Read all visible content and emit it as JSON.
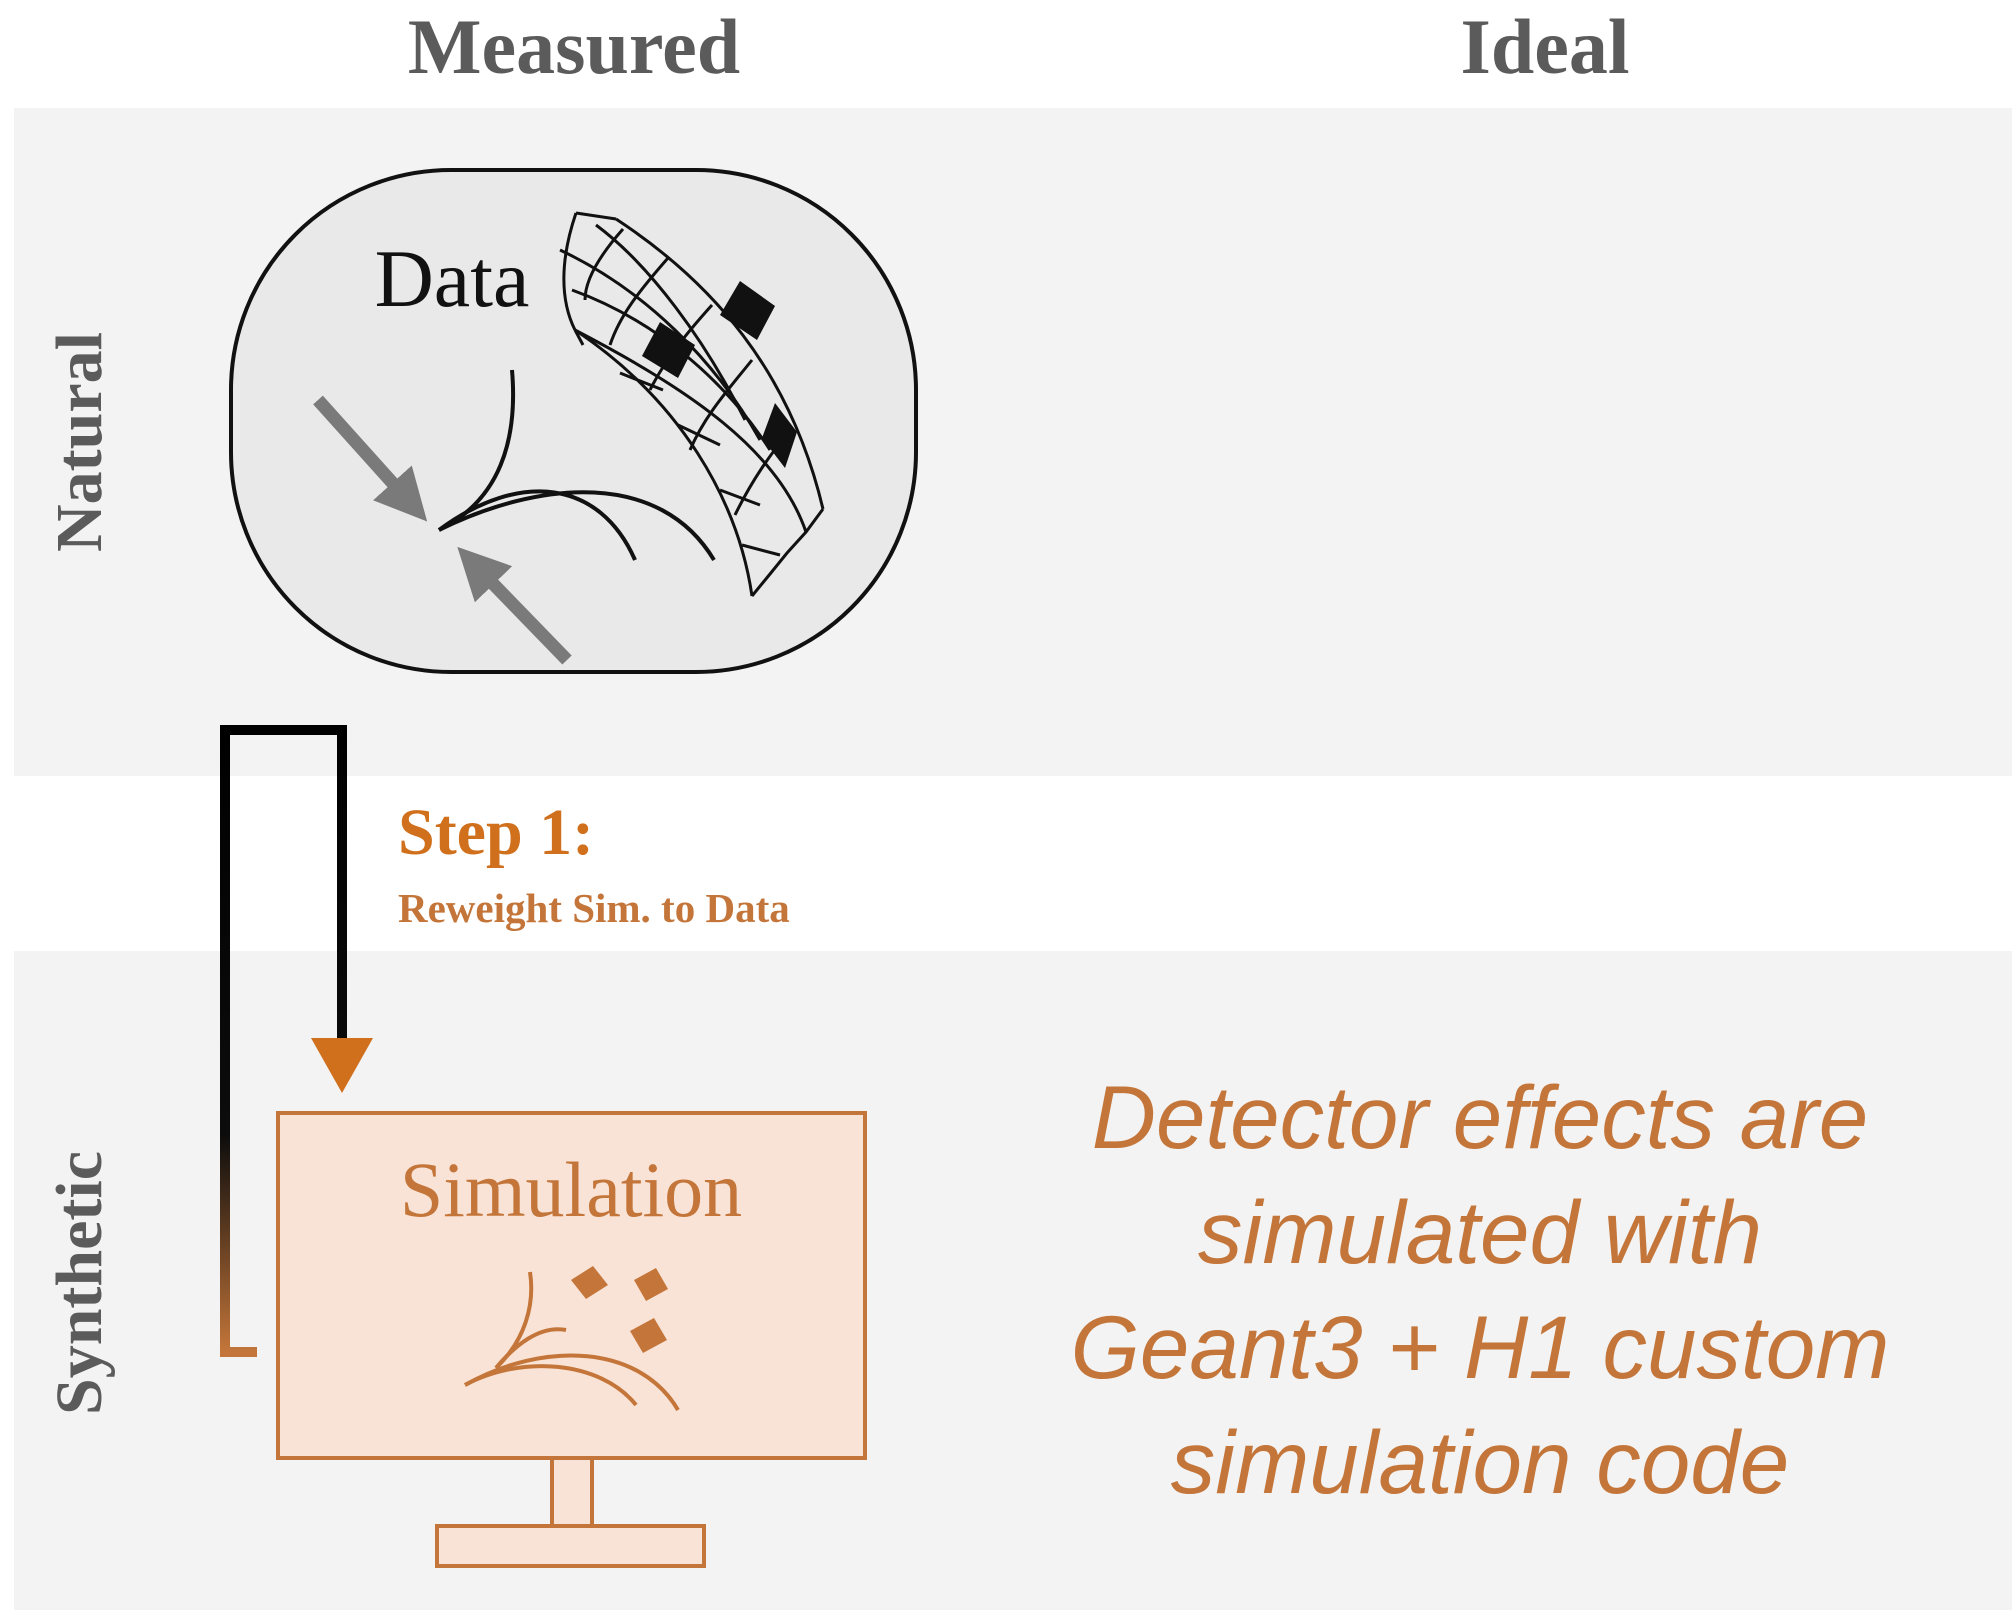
{
  "columns": {
    "measured": "Measured",
    "ideal": "Ideal"
  },
  "rows": {
    "natural": "Natural",
    "synthetic": "Synthetic"
  },
  "data_box": {
    "label": "Data"
  },
  "simulation_box": {
    "label": "Simulation"
  },
  "step": {
    "title": "Step 1:",
    "subtitle": "Reweight Sim. to Data"
  },
  "note_lines": [
    "Detector effects are",
    "simulated with",
    "Geant3 + H1 custom",
    "simulation code"
  ],
  "colors": {
    "band": "#f3f3f3",
    "header_text": "#5b5b5b",
    "accent": "#c4763a",
    "accent_dark": "#d06f1c",
    "sim_fill": "#f9e3d6",
    "data_fill": "#e9e9e9",
    "beam_arrows": "#7a7a7a"
  }
}
